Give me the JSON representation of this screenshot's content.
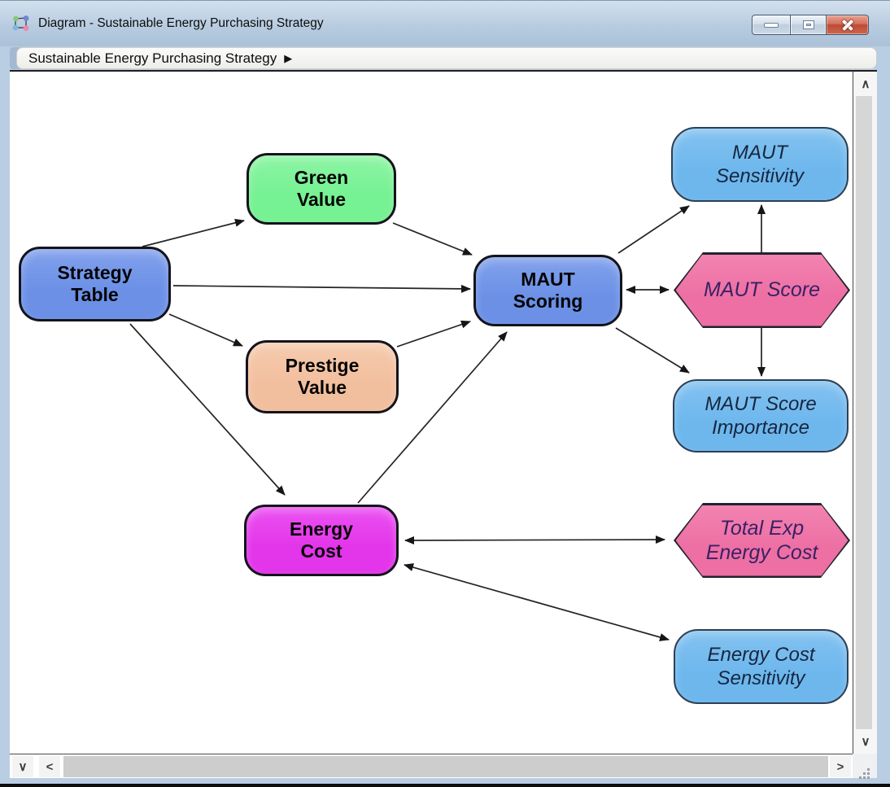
{
  "window": {
    "title": "Diagram - Sustainable Energy Purchasing Strategy",
    "controls": [
      "minimize",
      "maximize",
      "close"
    ]
  },
  "breadcrumb": {
    "label": "Sustainable Energy Purchasing Strategy",
    "arrow": "▶"
  },
  "diagram": {
    "nodes": [
      {
        "id": "strategy-table",
        "label": "Strategy Table",
        "lines": [
          "Strategy",
          "Table"
        ],
        "shape": "rounded-rect",
        "fill": "#6b90e6"
      },
      {
        "id": "green-value",
        "label": "Green Value",
        "lines": [
          "Green",
          "Value"
        ],
        "shape": "rounded-rect",
        "fill": "#76f193"
      },
      {
        "id": "prestige-value",
        "label": "Prestige Value",
        "lines": [
          "Prestige",
          "Value"
        ],
        "shape": "rounded-rect",
        "fill": "#f2bf9e"
      },
      {
        "id": "energy-cost",
        "label": "Energy Cost",
        "lines": [
          "Energy",
          "Cost"
        ],
        "shape": "rounded-rect",
        "fill": "#e335ea"
      },
      {
        "id": "maut-scoring",
        "label": "MAUT Scoring",
        "lines": [
          "MAUT",
          "Scoring"
        ],
        "shape": "rounded-rect",
        "fill": "#6b90e6"
      },
      {
        "id": "maut-sensitivity",
        "label": "MAUT Sensitivity",
        "lines": [
          "MAUT",
          "Sensitivity"
        ],
        "shape": "rounded-rect",
        "fill": "#6db7ed"
      },
      {
        "id": "maut-score",
        "label": "MAUT Score",
        "lines": [
          "MAUT Score"
        ],
        "shape": "hexagon",
        "fill": "#ed6fa3"
      },
      {
        "id": "maut-score-importance",
        "label": "MAUT Score Importance",
        "lines": [
          "MAUT Score",
          "Importance"
        ],
        "shape": "rounded-rect",
        "fill": "#6db7ed"
      },
      {
        "id": "total-exp-energy-cost",
        "label": "Total Exp Energy Cost",
        "lines": [
          "Total Exp",
          "Energy Cost"
        ],
        "shape": "hexagon",
        "fill": "#ed6fa3"
      },
      {
        "id": "energy-cost-sensitivity",
        "label": "Energy Cost Sensitivity",
        "lines": [
          "Energy Cost",
          "Sensitivity"
        ],
        "shape": "rounded-rect",
        "fill": "#6db7ed"
      }
    ],
    "edges": [
      {
        "from": "Strategy Table",
        "to": "Green Value",
        "arrow": "single"
      },
      {
        "from": "Strategy Table",
        "to": "MAUT Scoring",
        "arrow": "single"
      },
      {
        "from": "Strategy Table",
        "to": "Prestige Value",
        "arrow": "single"
      },
      {
        "from": "Strategy Table",
        "to": "Energy Cost",
        "arrow": "single"
      },
      {
        "from": "Green Value",
        "to": "MAUT Scoring",
        "arrow": "single"
      },
      {
        "from": "Prestige Value",
        "to": "MAUT Scoring",
        "arrow": "single"
      },
      {
        "from": "Energy Cost",
        "to": "MAUT Scoring",
        "arrow": "single"
      },
      {
        "from": "MAUT Scoring",
        "to": "MAUT Sensitivity",
        "arrow": "single"
      },
      {
        "from": "MAUT Scoring",
        "to": "MAUT Score",
        "arrow": "double"
      },
      {
        "from": "MAUT Scoring",
        "to": "MAUT Score Importance",
        "arrow": "single"
      },
      {
        "from": "MAUT Score",
        "to": "MAUT Sensitivity",
        "arrow": "single"
      },
      {
        "from": "MAUT Score",
        "to": "MAUT Score Importance",
        "arrow": "single"
      },
      {
        "from": "Energy Cost",
        "to": "Total Exp Energy Cost",
        "arrow": "double"
      },
      {
        "from": "Energy Cost",
        "to": "Energy Cost Sensitivity",
        "arrow": "double"
      }
    ]
  },
  "scrollbars": {
    "up_glyph": "∧",
    "down_glyph": "∨",
    "left_glyph": "<",
    "right_glyph": ">"
  },
  "colors": {
    "decision_blue": "#6b90e6",
    "green": "#76f193",
    "peach": "#f2bf9e",
    "magenta": "#e335ea",
    "light_blue": "#6db7ed",
    "pink": "#ed6fa3",
    "frame_blue": "#b9cde3",
    "close_red": "#bf4936"
  }
}
